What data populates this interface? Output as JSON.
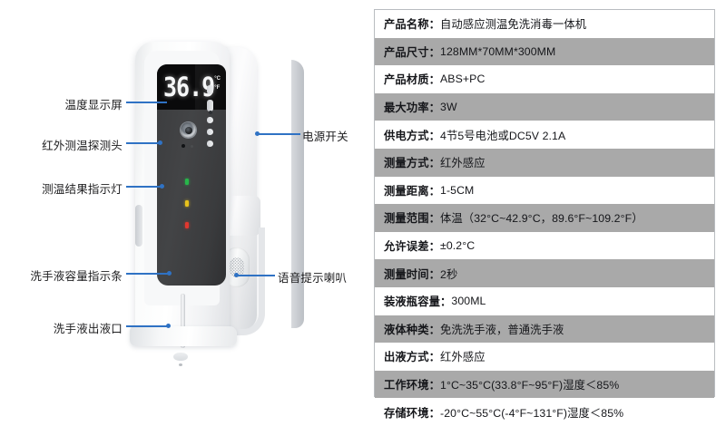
{
  "device": {
    "display": {
      "value": "36.9",
      "unit_c": "°C",
      "unit_f": "°F"
    }
  },
  "callouts": {
    "left": [
      {
        "label": "温度显示屏"
      },
      {
        "label": "红外测温探测头"
      },
      {
        "label": "测温结果指示灯"
      },
      {
        "label": "洗手液容量指示条"
      },
      {
        "label": "洗手液出液口"
      }
    ],
    "right": [
      {
        "label": "电源开关"
      },
      {
        "label": "语音提示喇叭"
      }
    ]
  },
  "colors": {
    "leader_line": "#2f72c4",
    "table_alt_row": "#a9a9a9",
    "table_border": "#b9bcc0",
    "led_green": "#27b64a",
    "led_yellow": "#e8c21c",
    "led_red": "#e2372f"
  },
  "spec_table": {
    "rows": [
      {
        "key": "产品名称：",
        "value": "自动感应测温免洗消毒一体机"
      },
      {
        "key": "产品尺寸：",
        "value": "128MM*70MM*300MM"
      },
      {
        "key": "产品材质：",
        "value": "ABS+PC"
      },
      {
        "key": "最大功率：",
        "value": "3W"
      },
      {
        "key": "供电方式：",
        "value": "4节5号电池或DC5V 2.1A"
      },
      {
        "key": "测量方式：",
        "value": "红外感应"
      },
      {
        "key": "测量距离：",
        "value": "1-5CM"
      },
      {
        "key": "测量范围：",
        "value": "体温（32°C~42.9°C，89.6°F~109.2°F）"
      },
      {
        "key": "允许误差：",
        "value": "±0.2°C"
      },
      {
        "key": "测量时间：",
        "value": "2秒"
      },
      {
        "key": "装液瓶容量：",
        "value": "300ML"
      },
      {
        "key": "液体种类：",
        "value": "免洗洗手液，普通洗手液"
      },
      {
        "key": "出液方式：",
        "value": "红外感应"
      },
      {
        "key": "工作环境：",
        "value": "1°C~35°C(33.8°F~95°F)湿度＜85%"
      },
      {
        "key": "存储环境：",
        "value": "-20°C~55°C(-4°F~131°F)湿度＜85%"
      }
    ]
  }
}
